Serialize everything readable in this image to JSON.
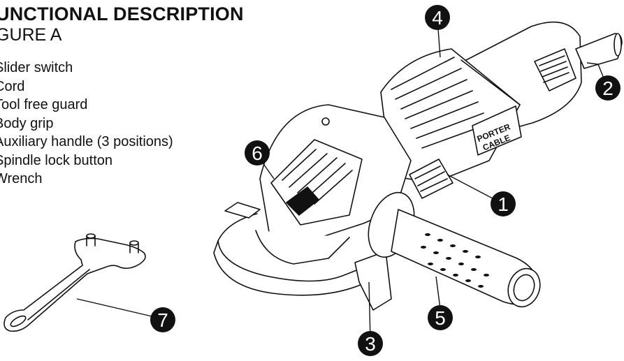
{
  "section": {
    "title": "UNCTIONAL DESCRIPTION",
    "subtitle": "GURE A"
  },
  "parts": [
    {
      "label": "Slider switch"
    },
    {
      "label": "Cord"
    },
    {
      "label": "Tool free guard"
    },
    {
      "label": "Body grip"
    },
    {
      "label": "Auxiliary handle (3 positions)"
    },
    {
      "label": "Spindle lock button"
    },
    {
      "label": "Wrench"
    }
  ],
  "callouts": [
    "1",
    "2",
    "3",
    "4",
    "5",
    "6",
    "7"
  ],
  "brand": {
    "line1": "PORTER",
    "line2": "CABLE"
  },
  "colors": {
    "ink": "#111111",
    "paper": "#ffffff",
    "callout_fill": "#111111"
  }
}
